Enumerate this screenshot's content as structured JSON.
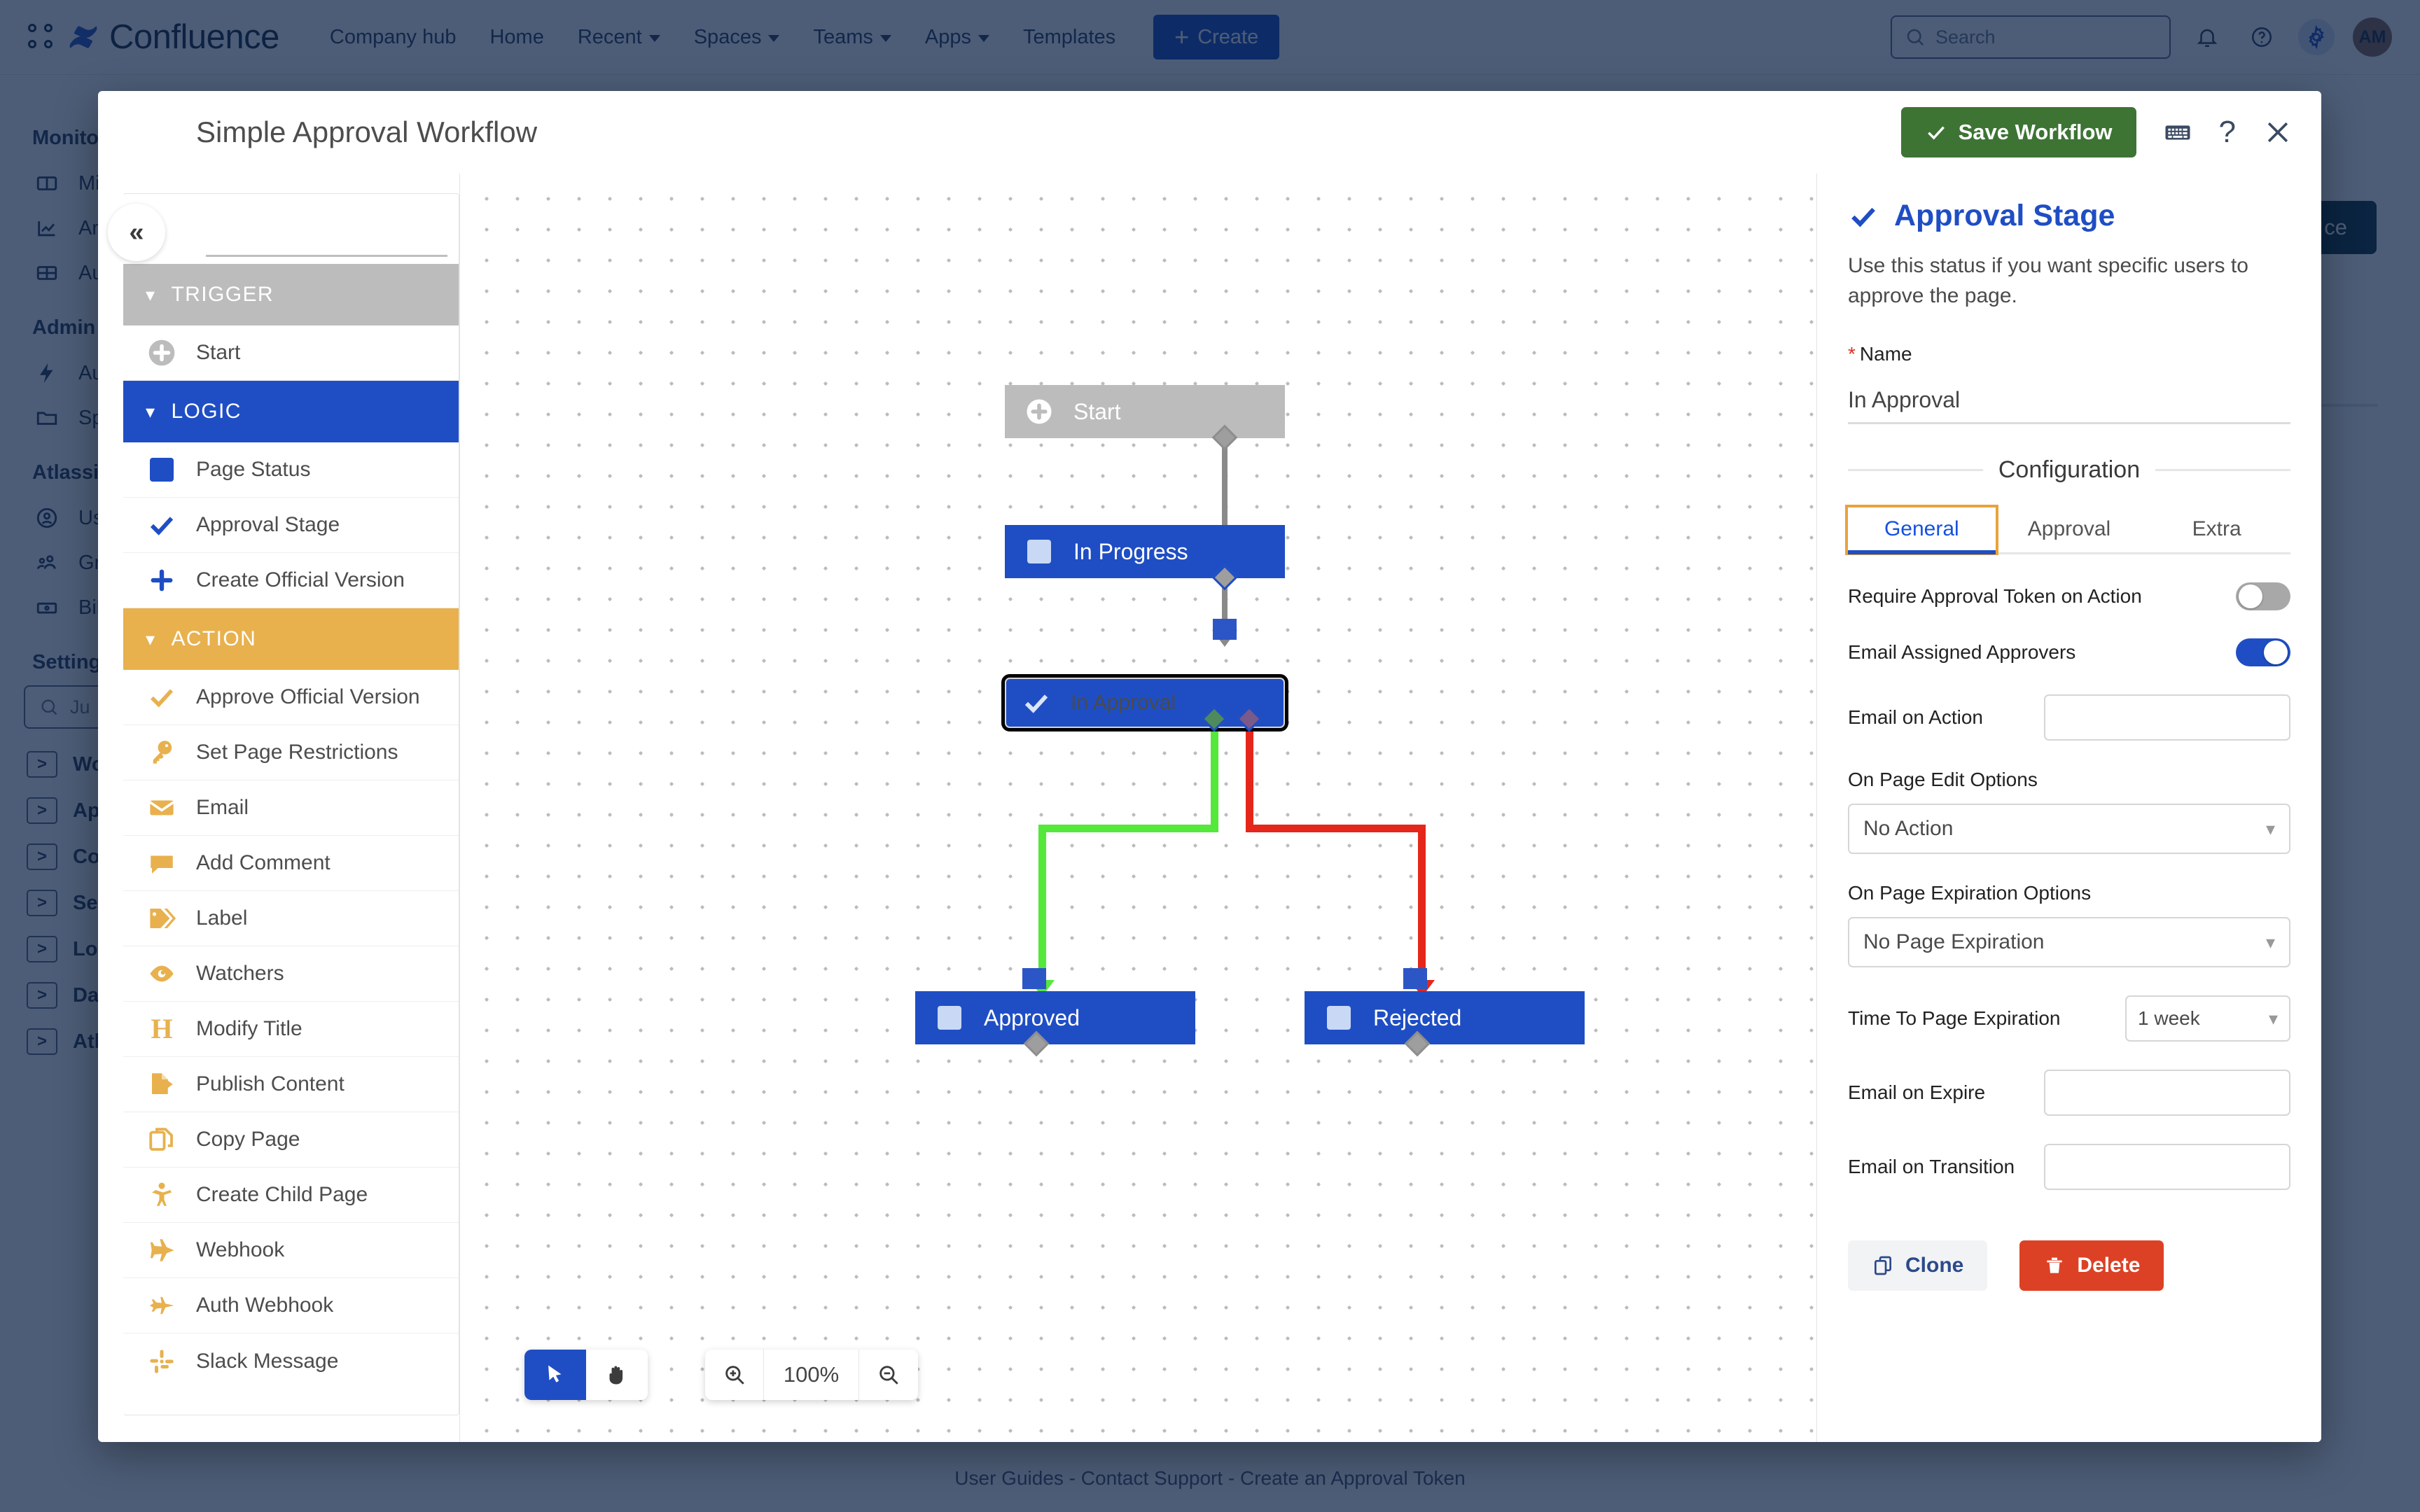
{
  "topnav": {
    "brand": "Confluence",
    "links": [
      {
        "label": "Company hub",
        "caret": false
      },
      {
        "label": "Home",
        "caret": false
      },
      {
        "label": "Recent",
        "caret": true
      },
      {
        "label": "Spaces",
        "caret": true
      },
      {
        "label": "Teams",
        "caret": true
      },
      {
        "label": "Apps",
        "caret": true
      },
      {
        "label": "Templates",
        "caret": false
      }
    ],
    "create_label": "Create",
    "search_placeholder": "Search",
    "avatar_initials": "AM"
  },
  "background": {
    "sections": [
      {
        "heading": "Monitoring",
        "items": [
          "Mis",
          "Ana",
          "Aud"
        ]
      },
      {
        "heading": "Admin to",
        "items": [
          "Aut",
          "Spa"
        ]
      },
      {
        "heading": "Atlassia",
        "items": [
          "Use",
          "Gro",
          "Billi"
        ]
      }
    ],
    "settings_heading": "Settings",
    "settings_search": "Ju",
    "settings_items": [
      "Wor",
      "App",
      "Con",
      "Sec",
      "Loo",
      "Data",
      "Atla"
    ],
    "teal_button": "ce",
    "footer": "User Guides - Contact Support - Create an Approval Token"
  },
  "modal": {
    "title": "Simple Approval Workflow",
    "save_label": "Save Workflow",
    "keyboard_icon": "keyboard-icon",
    "help_icon": "question-icon",
    "close_icon": "close-icon"
  },
  "palette": {
    "collapse_icon": "chevron-double-left-icon",
    "search_value": "",
    "groups": [
      {
        "label": "TRIGGER",
        "kind": "trigger",
        "color": "#bcbcbc",
        "items": [
          {
            "label": "Start",
            "icon": "plus-circle-icon",
            "color": "#bcbcbc"
          }
        ]
      },
      {
        "label": "LOGIC",
        "kind": "logic",
        "color": "#1f4ec4",
        "items": [
          {
            "label": "Page Status",
            "icon": "square-icon",
            "color": "#1f4ec4"
          },
          {
            "label": "Approval Stage",
            "icon": "check-icon",
            "color": "#1f4ec4"
          },
          {
            "label": "Create Official Version",
            "icon": "plus-icon",
            "color": "#1f4ec4"
          }
        ]
      },
      {
        "label": "ACTION",
        "kind": "action",
        "color": "#e8b14e",
        "items": [
          {
            "label": "Approve Official Version",
            "icon": "check-icon",
            "color": "#e8b14e"
          },
          {
            "label": "Set Page Restrictions",
            "icon": "key-icon",
            "color": "#e8b14e"
          },
          {
            "label": "Email",
            "icon": "envelope-icon",
            "color": "#e8b14e"
          },
          {
            "label": "Add Comment",
            "icon": "comment-icon",
            "color": "#e8b14e"
          },
          {
            "label": "Label",
            "icon": "tag-icon",
            "color": "#e8b14e"
          },
          {
            "label": "Watchers",
            "icon": "eye-icon",
            "color": "#e8b14e"
          },
          {
            "label": "Modify Title",
            "icon": "heading-icon",
            "color": "#e8b14e"
          },
          {
            "label": "Publish Content",
            "icon": "publish-icon",
            "color": "#e8b14e"
          },
          {
            "label": "Copy Page",
            "icon": "copy-icon",
            "color": "#e8b14e"
          },
          {
            "label": "Create Child Page",
            "icon": "child-icon",
            "color": "#e8b14e"
          },
          {
            "label": "Webhook",
            "icon": "plane-icon",
            "color": "#e8b14e"
          },
          {
            "label": "Auth Webhook",
            "icon": "jet-icon",
            "color": "#e8b14e"
          },
          {
            "label": "Slack Message",
            "icon": "slack-icon",
            "color": "#e8b14e"
          }
        ]
      }
    ]
  },
  "canvas": {
    "nodes": [
      {
        "id": "start",
        "label": "Start",
        "icon": "plus-circle-icon",
        "style": "grey",
        "selected": false
      },
      {
        "id": "in-progress",
        "label": "In Progress",
        "icon": "square-icon",
        "style": "blue",
        "selected": false
      },
      {
        "id": "in-approval",
        "label": "In Approval",
        "icon": "check-icon",
        "style": "blue",
        "selected": true
      },
      {
        "id": "approved",
        "label": "Approved",
        "icon": "square-icon",
        "style": "blue",
        "selected": false
      },
      {
        "id": "rejected",
        "label": "Rejected",
        "icon": "square-icon",
        "style": "blue",
        "selected": false
      }
    ],
    "edges": [
      {
        "from": "start",
        "to": "in-progress",
        "color": "#8a8a8a"
      },
      {
        "from": "in-progress",
        "to": "in-approval",
        "color": "#8a8a8a"
      },
      {
        "from": "in-approval",
        "to": "approved",
        "color": "#54e83a"
      },
      {
        "from": "in-approval",
        "to": "rejected",
        "color": "#e5261a"
      }
    ],
    "toolbar": {
      "select_icon": "cursor-icon",
      "pan_icon": "hand-icon",
      "zoom_in_icon": "zoom-in-icon",
      "zoom_out_icon": "zoom-out-icon",
      "zoom_level": "100%"
    }
  },
  "config": {
    "title": "Approval Stage",
    "title_icon": "check-icon",
    "description": "Use this status if you want specific users to approve the page.",
    "name_label": "Name",
    "name_required": "*",
    "name_value": "In Approval",
    "section_label": "Configuration",
    "tabs": [
      {
        "label": "General",
        "active": true
      },
      {
        "label": "Approval",
        "active": false
      },
      {
        "label": "Extra",
        "active": false
      }
    ],
    "fields": {
      "require_token_label": "Require Approval Token on Action",
      "require_token_value": "off",
      "email_approvers_label": "Email Assigned Approvers",
      "email_approvers_value": "on",
      "email_on_action_label": "Email on Action",
      "email_on_action_value": "",
      "on_page_edit_label": "On Page Edit Options",
      "on_page_edit_value": "No Action",
      "on_page_expiration_label": "On Page Expiration Options",
      "on_page_expiration_value": "No Page Expiration",
      "time_to_expiration_label": "Time To Page Expiration",
      "time_to_expiration_value": "1 week",
      "email_on_expire_label": "Email on Expire",
      "email_on_expire_value": "",
      "email_on_transition_label": "Email on Transition",
      "email_on_transition_value": ""
    },
    "clone_label": "Clone",
    "delete_label": "Delete",
    "clone_icon": "copy-icon",
    "delete_icon": "trash-icon"
  },
  "colors": {
    "brand_blue": "#1f4ec4",
    "action_amber": "#e8b14e",
    "trigger_grey": "#bcbcbc",
    "save_green": "#3d7434",
    "delete_red": "#dc4126",
    "edge_approve": "#54e83a",
    "edge_reject": "#e5261a"
  }
}
